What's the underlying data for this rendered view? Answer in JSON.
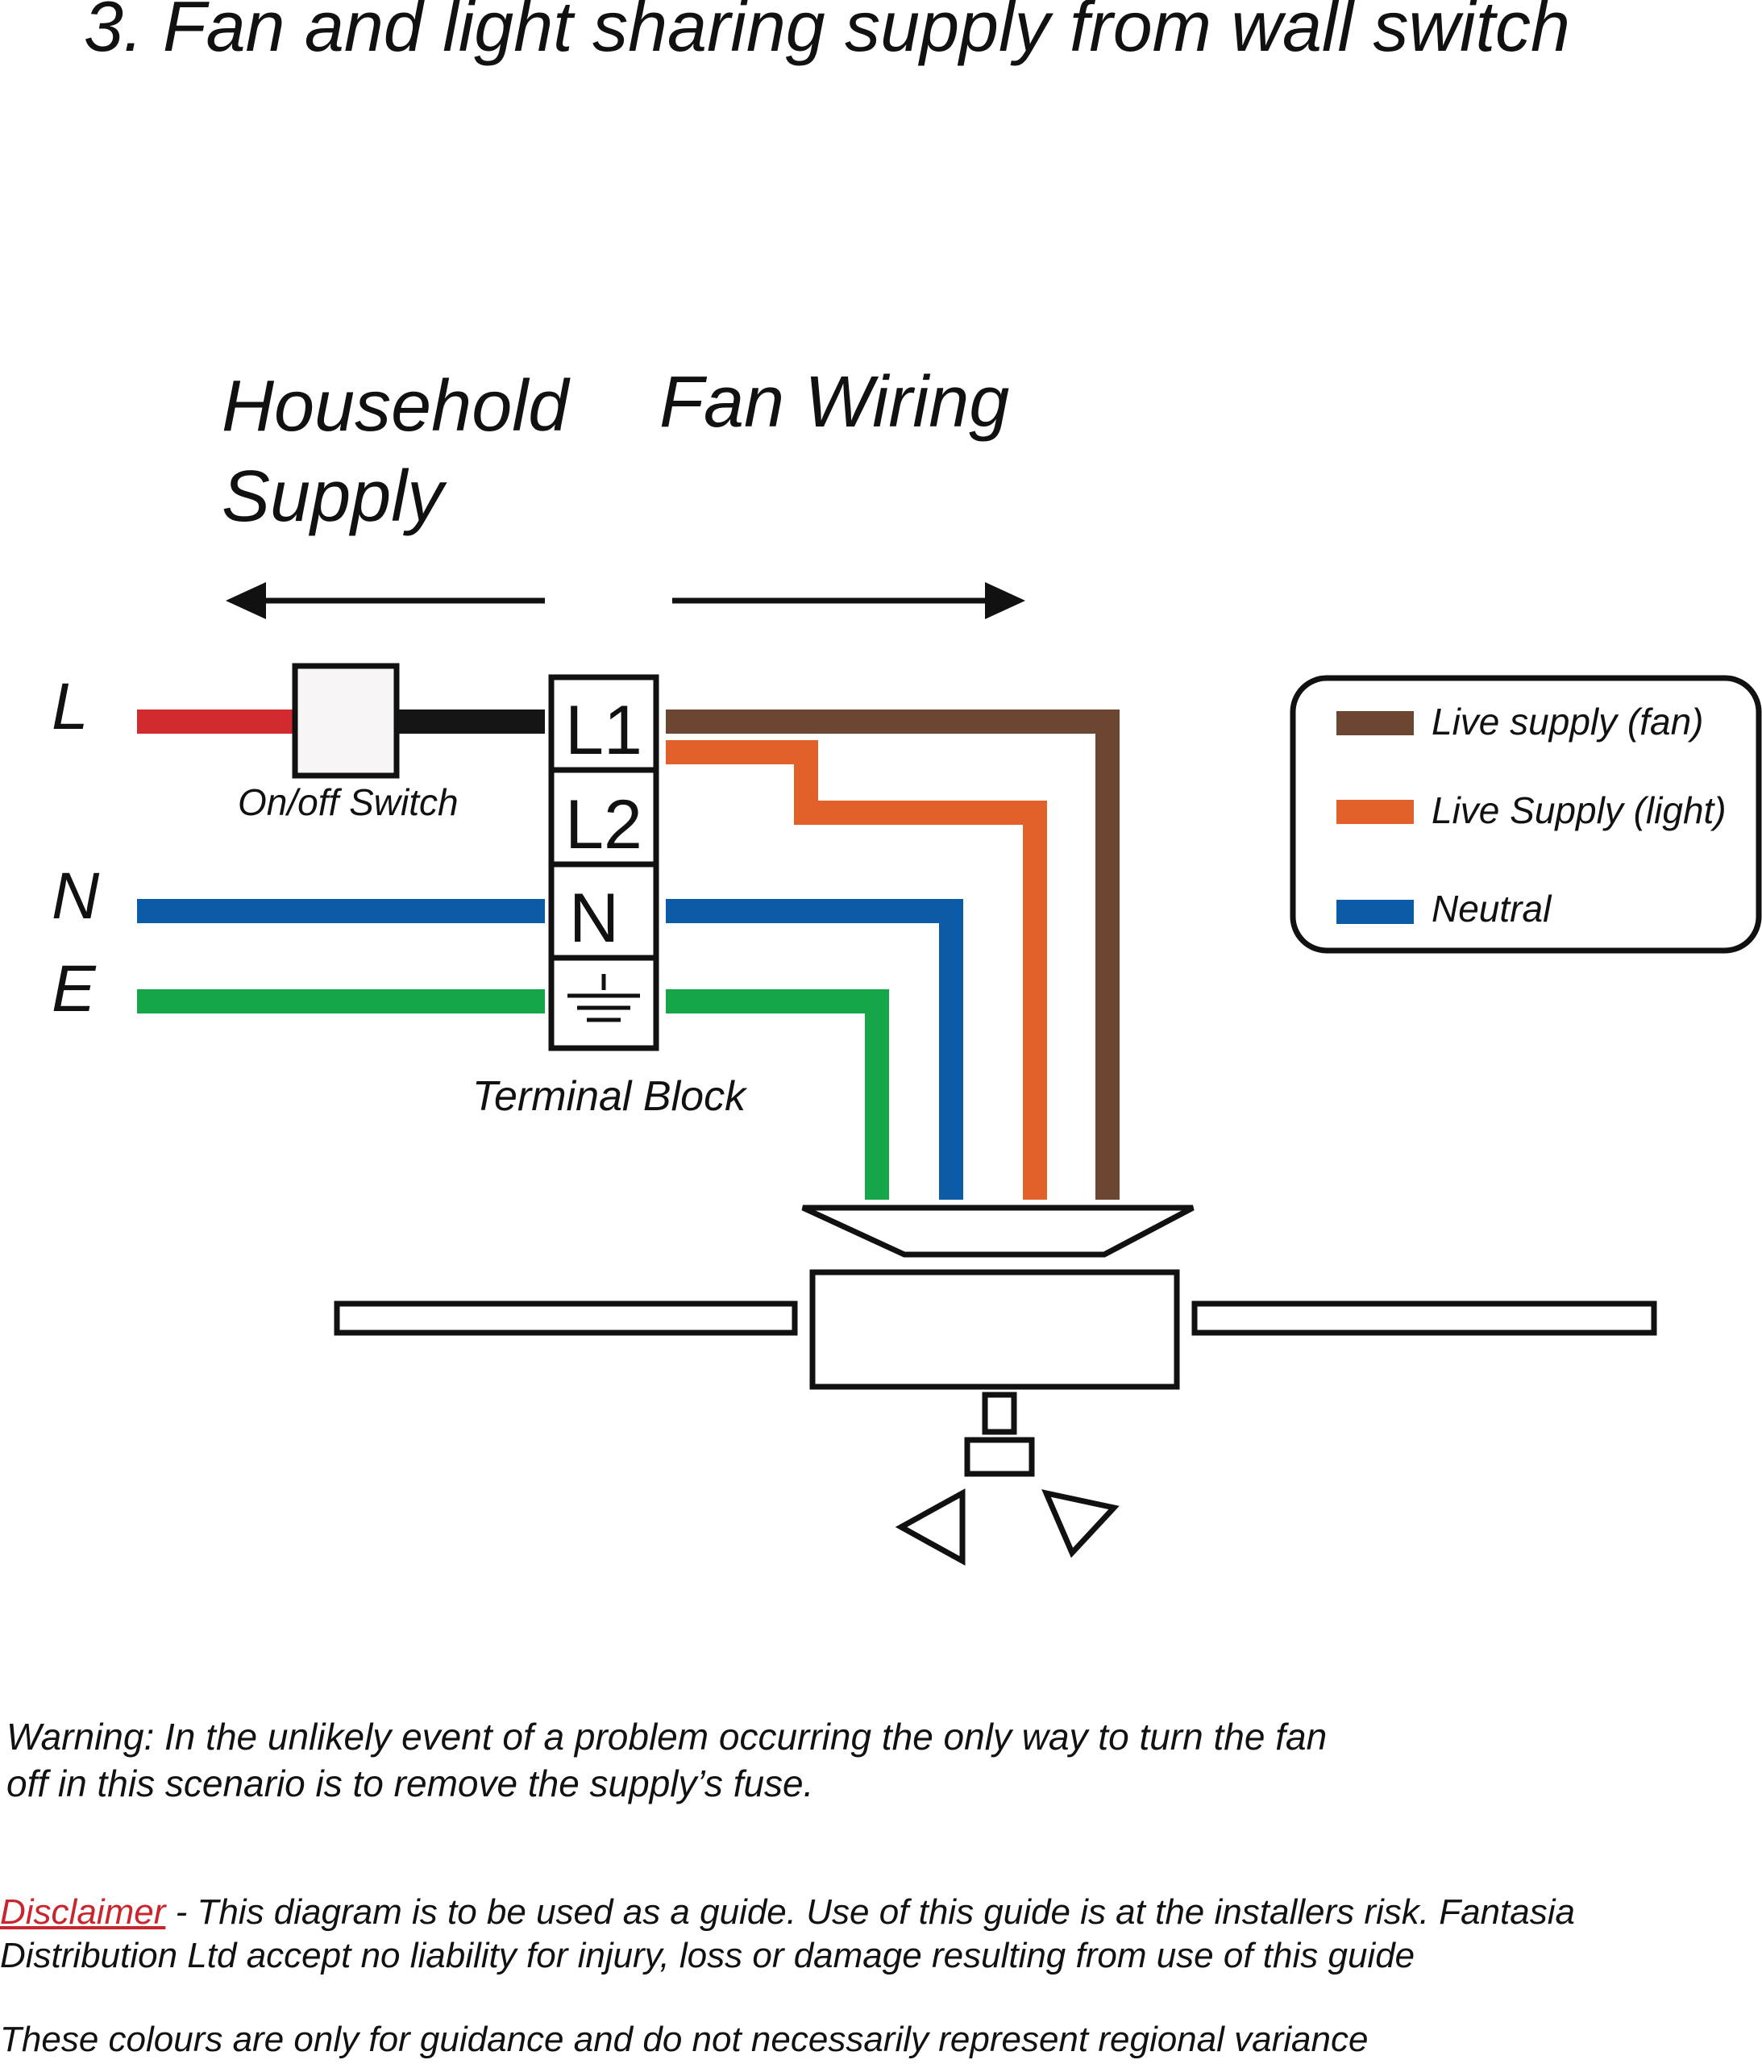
{
  "title": "3. Fan and light sharing supply from wall switch",
  "sections": {
    "household_supply_line1": "Household",
    "household_supply_line2": "Supply",
    "fan_wiring": "Fan Wiring"
  },
  "supply_lines": {
    "live": "L",
    "neutral": "N",
    "earth": "E"
  },
  "switch_label": "On/off Switch",
  "terminal_block": {
    "label": "Terminal Block",
    "terminals": [
      "L1",
      "L2",
      "N"
    ]
  },
  "legend": {
    "items": [
      {
        "label": "Live supply (fan)",
        "color": "#6b4631"
      },
      {
        "label": "Live Supply (light)",
        "color": "#e2612a"
      },
      {
        "label": "Neutral",
        "color": "#0b5aa6"
      }
    ]
  },
  "colors": {
    "live_in": "#d12a2f",
    "switched": "#151515",
    "neutral": "#0b5aa6",
    "earth": "#17a54a",
    "fan_live": "#6b4631",
    "light_live": "#e2612a"
  },
  "warning": "Warning: In the unlikely event of a problem occurring the only way to turn the fan off in this scenario is to remove the supply’s fuse.",
  "disclaimer": {
    "link": "Disclaimer",
    "text": " - This diagram is to be used as a guide.  Use of this guide is at the installers risk. Fantasia Distribution Ltd accept no liability for injury, loss or damage resulting from use of this guide"
  },
  "note": "These colours are only for guidance and do not necessarily represent regional variance"
}
